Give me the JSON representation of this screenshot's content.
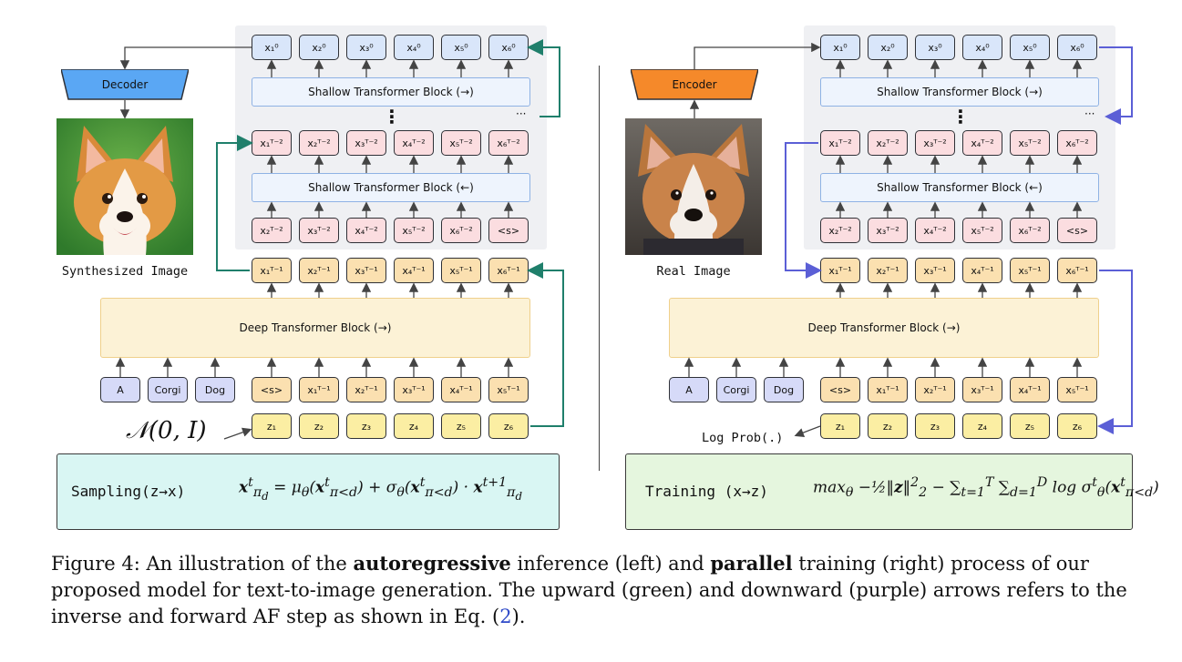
{
  "left": {
    "decoder_label": "Decoder",
    "image_caption": "Synthesized Image",
    "shallow_top_label": "Shallow Transformer Block (→)",
    "shallow_bottom_label": "Shallow Transformer Block (←)",
    "deep_label": "Deep Transformer Block (→)",
    "dots_vertical": "⋮",
    "dots_horizontal": "···",
    "noise_label": "𝒩(0, I)",
    "equation_title": "Sampling(z→x)",
    "equation": "x^t_{π_d} = μ_θ(x^t_{π<d}) + σ_θ(x^t_{π<d}) · x^{t+1}_{π_d}"
  },
  "right": {
    "encoder_label": "Encoder",
    "image_caption": "Real Image",
    "shallow_top_label": "Shallow Transformer Block (→)",
    "shallow_bottom_label": "Shallow Transformer Block (←)",
    "deep_label": "Deep Transformer Block (→)",
    "dots_vertical": "⋮",
    "dots_horizontal": "···",
    "logprob_label": "Log Prob(.)",
    "equation_title": "Training (x→z)",
    "equation": "max_θ −½‖z‖²₂ − Σ_{t=1}^{T} Σ_{d=1}^{D} log σ^t_θ(x^t_{π<d})"
  },
  "text_tokens": [
    "A",
    "Corgi",
    "Dog"
  ],
  "rows": {
    "x0": [
      "x₁⁰",
      "x₂⁰",
      "x₃⁰",
      "x₄⁰",
      "x₅⁰",
      "x₆⁰"
    ],
    "xT2": [
      "x₁ᵀ⁻²",
      "x₂ᵀ⁻²",
      "x₃ᵀ⁻²",
      "x₄ᵀ⁻²",
      "x₅ᵀ⁻²",
      "x₆ᵀ⁻²"
    ],
    "xT2_shift": [
      "x₂ᵀ⁻²",
      "x₃ᵀ⁻²",
      "x₄ᵀ⁻²",
      "x₅ᵀ⁻²",
      "x₆ᵀ⁻²",
      "<s>"
    ],
    "xT1": [
      "x₁ᵀ⁻¹",
      "x₂ᵀ⁻¹",
      "x₃ᵀ⁻¹",
      "x₄ᵀ⁻¹",
      "x₅ᵀ⁻¹",
      "x₆ᵀ⁻¹"
    ],
    "xT1_shift": [
      "<s>",
      "x₁ᵀ⁻¹",
      "x₂ᵀ⁻¹",
      "x₃ᵀ⁻¹",
      "x₄ᵀ⁻¹",
      "x₅ᵀ⁻¹"
    ],
    "z": [
      "z₁",
      "z₂",
      "z₃",
      "z₄",
      "z₅",
      "z₆"
    ]
  },
  "caption": {
    "prefix": "Figure 4:  An illustration of the ",
    "bold1": "autoregressive",
    "mid1": " inference (left) and ",
    "bold2": "parallel",
    "mid2": " training (right) process of our proposed model for text-to-image generation. The upward (green) and downward (purple) arrows refers to the inverse and forward AF step as shown in Eq. (",
    "ref": "2",
    "suffix": ")."
  },
  "colors": {
    "green_arrow": "#1f7f6b",
    "purple_arrow": "#5b5fd6",
    "decoder": "#5aa7f4",
    "encoder": "#f5892a",
    "sampling_bg": "#d9f6f3",
    "training_bg": "#e5f6de",
    "ref_link": "#2e49c8"
  }
}
